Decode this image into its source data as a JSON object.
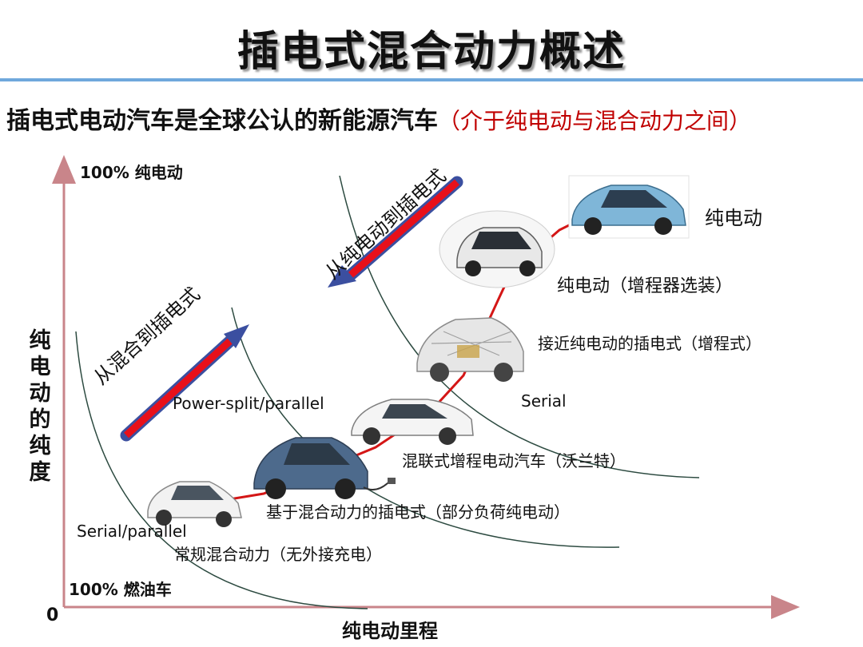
{
  "title": "插电式混合动力概述",
  "subtitle": {
    "main": "插电式电动汽车是全球公认的新能源汽车",
    "paren": "（介于纯电动与混合动力之间）"
  },
  "axes": {
    "top_label": "100% 纯电动",
    "bottom_label": "100% 燃油车",
    "origin": "0",
    "y_label": "纯电动的纯度",
    "x_label": "纯电动里程"
  },
  "curves": {
    "serial_parallel": "Serial/parallel",
    "power_split": "Power-split/parallel",
    "serial": "Serial"
  },
  "arrows": {
    "hybrid_to_plugin": "从混合到插电式",
    "ev_to_plugin": "从纯电动到插电式"
  },
  "vehicles": [
    {
      "label": "常规混合动力（无外接充电）"
    },
    {
      "label": "基于混合动力的插电式（部分负荷纯电动）"
    },
    {
      "label": "混联式增程电动汽车（沃兰特）"
    },
    {
      "label": "接近纯电动的插电式（增程式）"
    },
    {
      "label": "纯电动（增程器选装）"
    },
    {
      "label": "纯电动"
    }
  ],
  "colors": {
    "axis": "#c9858a",
    "arrow_fill": "#e8101a",
    "arrow_edge": "#3b4fa0",
    "curve": "#2c4a40",
    "path": "#d41616"
  }
}
